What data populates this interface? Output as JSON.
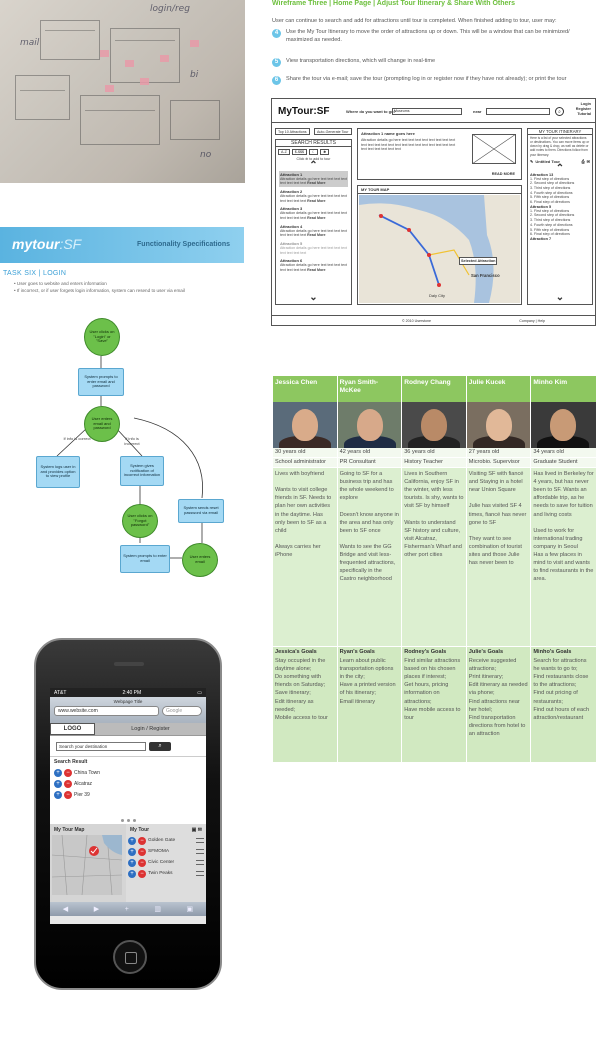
{
  "whiteboard": {
    "scribbles": [
      "login/reg",
      "mail",
      "bi",
      "no"
    ]
  },
  "spec": {
    "logo_main": "mytour",
    "logo_sf": ":SF",
    "title": "Functionality Specifications",
    "task_title": "TASK SIX  |  LOGIN",
    "lines": [
      "User goes to website and enters information",
      "If incorrect, or if user forgets login information, system can resend to user via email"
    ]
  },
  "flowchart": {
    "start": "User clicks on \"Login\" or \"Save\"",
    "prompt": "System prompts to enter email and password",
    "enters": "User enters email and password",
    "if_correct": "If info is correct",
    "if_incorrect": "If info is incorrect",
    "logs": "System logs user in and provides option to view profile",
    "notifies": "System gives notification of incorrect information",
    "forgot": "User clicks on \"Forgot password\"",
    "resend": "System sends reset password via email",
    "prompt_email": "System prompts to enter email",
    "enters_email": "User enters email"
  },
  "iphone": {
    "carrier": "AT&T",
    "time": "2:40 PM",
    "webpage_title": "Webpage Title",
    "url": "www.website.com",
    "google_placeholder": "Google",
    "logo": "LOGO",
    "login": "Login / Register",
    "search_placeholder": "Search your destination",
    "search_result_title": "Search Result",
    "results": [
      "China Town",
      "Alcatraz",
      "Pier 39"
    ],
    "my_tour_map": "My Tour Map",
    "my_tour": "My Tour",
    "tour_items": [
      "Golden Gate",
      "SFMOMA",
      "Civic Center",
      "Twin Peaks"
    ]
  },
  "wireframe": {
    "title": "Wireframe Three  |  Home Page  |  Adjust Tour Itinerary & Share With Others",
    "intro": "User can continue to search and add for attractions until tour is completed. When finished adding to tour, user may:",
    "steps": [
      {
        "num": "4",
        "text": "Use the My Tour Itinerary to move the order of attractions up or down. This will be a window that can be minimized/ maximized as needed."
      },
      {
        "num": "5",
        "text": "View transportation directions, which will change in real-time"
      },
      {
        "num": "6",
        "text": "Share the tour via e-mail; save the tour (prompting log in or register now if they have not already); or print the tour"
      }
    ],
    "mock": {
      "brand": "MyTour:SF",
      "question": "Where do you want to go?",
      "query": "Museums",
      "near": "near",
      "links": [
        "Login",
        "Register",
        "Tutorial"
      ],
      "btn_top10": "Top 10 Attractions",
      "btn_auto": "Auto-Generate Tour",
      "search_results": "SEARCH RESULTS",
      "sort_buttons": [
        "A-Z",
        "$-$$$",
        "☾",
        "✱"
      ],
      "click_hint": "Click ⊕ to add to tour",
      "attractions": [
        "Attraction 1",
        "Attraction 2",
        "Attraction 3",
        "Attraction 4",
        "Attraction 5",
        "Attraction 6"
      ],
      "detail_line": "Attraction details go here text text text text text text text text",
      "read_more": "Read More",
      "featured_title": "Attraction 1 name goes here",
      "featured_body": "Attraction details go here text text text text text text text text text text text text text text text text text text text text text text text text text text text text",
      "featured_read_more": "READ MORE",
      "map_title": "MY TOUR MAP",
      "selected_attraction": "Selected Attraction",
      "map_labels": [
        "San Francisco",
        "Daly City"
      ],
      "itinerary_title": "MY TOUR ITINERARY",
      "itinerary_intro": "Here is a list of your selected attractions or destinations. You can move items up or down by drag & drop, as well as delete or add notes to them. Directions follow from your itinerary.",
      "untitled": "Untitled Tour",
      "itinerary_items": [
        "Attraction 13",
        "1. First step of directions",
        "2. Second step of directions",
        "3. Third step of directions",
        "4. Fourth step of directions",
        "5. Fifth step of directions",
        "6. Final step of directions",
        "Attraction 5",
        "1. First step of directions",
        "2. Second step of directions",
        "3. Third step of directions",
        "4. Fourth step of directions",
        "5. Fifth step of directions",
        "6. Final step of directions",
        "Attraction 7"
      ],
      "footer_left": "© 2010 Userstone",
      "footer_right": "Company | Help"
    }
  },
  "personas": [
    {
      "name": "Jessica Chen",
      "age": "30 years old",
      "job": "School administrator",
      "bio": "Lives with boyfriend\n\nWants to visit college friends in SF. Needs to plan her own activities in the daytime. Has only been to SF as a child\n\nAlways carries her iPhone",
      "goals_title": "Jessica's Goals",
      "goals": "Stay occupied in the daytime alone;\nDo something with friends on Saturday;\nSave itinerary;\nEdit itinerary as needed;\nMobile access to tour"
    },
    {
      "name": "Ryan Smith-McKee",
      "age": "42 years old",
      "job": "PR Consultant",
      "bio": "Going to SF for a business trip and has the whole weekend to explore\n\nDoesn't know anyone in the area and has only been to SF once\n\nWants to see the GG Bridge and visit less-frequented attractions, specifically in the Castro neighborhood",
      "goals_title": "Ryan's Goals",
      "goals": "Learn about public transportation options in the city;\nHave a printed version of his itinerary;\nEmail itinerary"
    },
    {
      "name": "Rodney Chang",
      "age": "36 years old",
      "job": "History Teacher",
      "bio": "Lives in Southern California, enjoy SF in the winter, with less tourists. Is shy, wants to visit SF by himself\n\nWants to understand SF history and culture, visit Alcatraz, Fisherman's Wharf and other port cities",
      "goals_title": "Rodney's Goals",
      "goals": "Find similar attractions based on his chosen places if interest;\nGet hours, pricing information on attractions;\nHave mobile access to tour"
    },
    {
      "name": "Julie Kucek",
      "age": "27 years old",
      "job": "Microbio. Supervisor",
      "bio": "Visiting SF with fiancé and Staying in a hotel near Union Square\n\nJulie has visited SF 4 times, fiancé has never gone to SF\n\nThey want to see combination of tourist sites and those Julie has never been to",
      "goals_title": "Julie's Goals",
      "goals": "Receive suggested attractions;\nPrint itinerary;\nEdit itinerary as needed via phone;\nFind attractions near her hotel;\nFind transportation directions from hotel to an attraction"
    },
    {
      "name": "Minho Kim",
      "age": "34 years old",
      "job": "Graduate Student",
      "bio": "Has lived in Berkeley for 4 years, but has never been to SF. Wants an affordable trip, as he needs to save for tuition and living costs\n\nUsed to work for international trading company in Seoul\nHas a few places in mind to visit and wants to find restaurants in the area.",
      "goals_title": "Minho's Goals",
      "goals": "Search for attractions he wants to go to;\nFind restaurants close to the attractions;\nFind out pricing of restaurants;\nFind out hours of each attraction/restaurant"
    }
  ]
}
